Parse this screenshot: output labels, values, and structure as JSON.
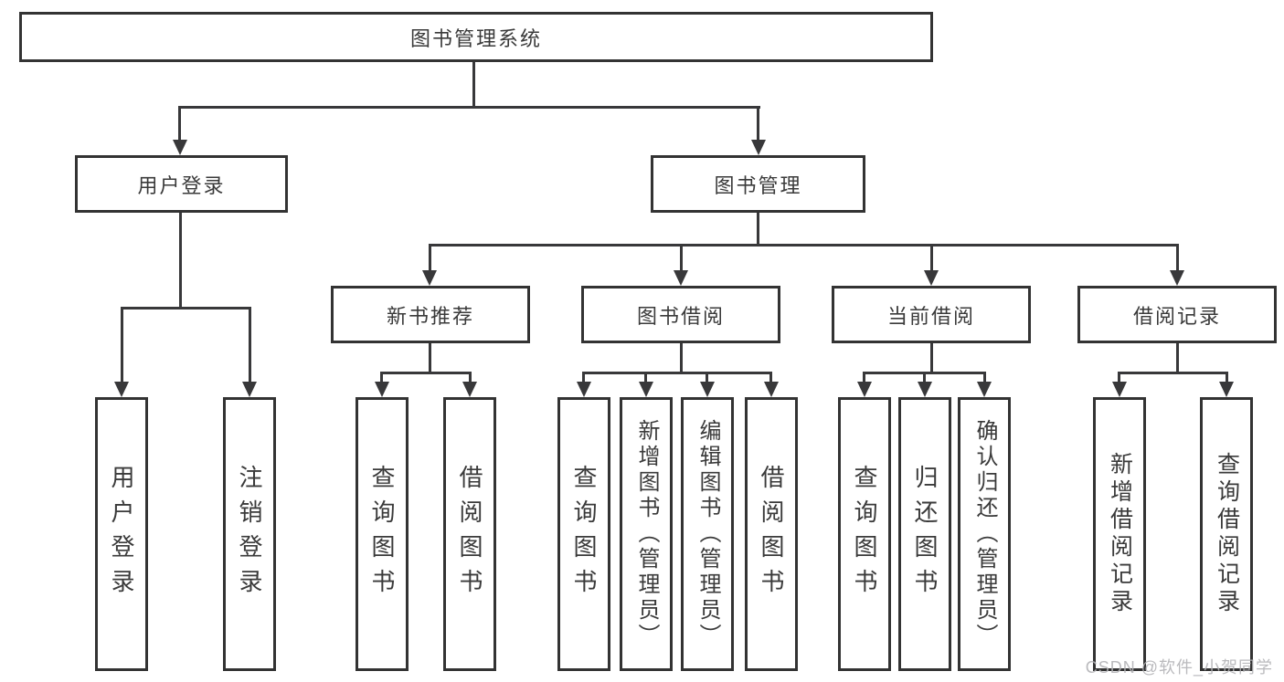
{
  "colors": {
    "line": "#38383a",
    "box_border": "#333333",
    "background": "#ffffff",
    "text": "#3a3a3a",
    "watermark": "#b2b2b6"
  },
  "tree": {
    "root": {
      "label": "图书管理系统",
      "children": [
        {
          "label": "用户登录",
          "children": [
            {
              "label": "用户登录"
            },
            {
              "label": "注销登录"
            }
          ]
        },
        {
          "label": "图书管理",
          "children": [
            {
              "label": "新书推荐",
              "children": [
                {
                  "label": "查询图书"
                },
                {
                  "label": "借阅图书"
                }
              ]
            },
            {
              "label": "图书借阅",
              "children": [
                {
                  "label": "查询图书"
                },
                {
                  "label": "新增图书（管理员）"
                },
                {
                  "label": "编辑图书（管理员）"
                },
                {
                  "label": "借阅图书"
                }
              ]
            },
            {
              "label": "当前借阅",
              "children": [
                {
                  "label": "查询图书"
                },
                {
                  "label": "归还图书"
                },
                {
                  "label": "确认归还（管理员）"
                }
              ]
            },
            {
              "label": "借阅记录",
              "children": [
                {
                  "label": "新增借阅记录"
                },
                {
                  "label": "查询借阅记录"
                }
              ]
            }
          ]
        }
      ]
    }
  },
  "watermark": {
    "text": "CSDN @软件_小贺同学"
  }
}
